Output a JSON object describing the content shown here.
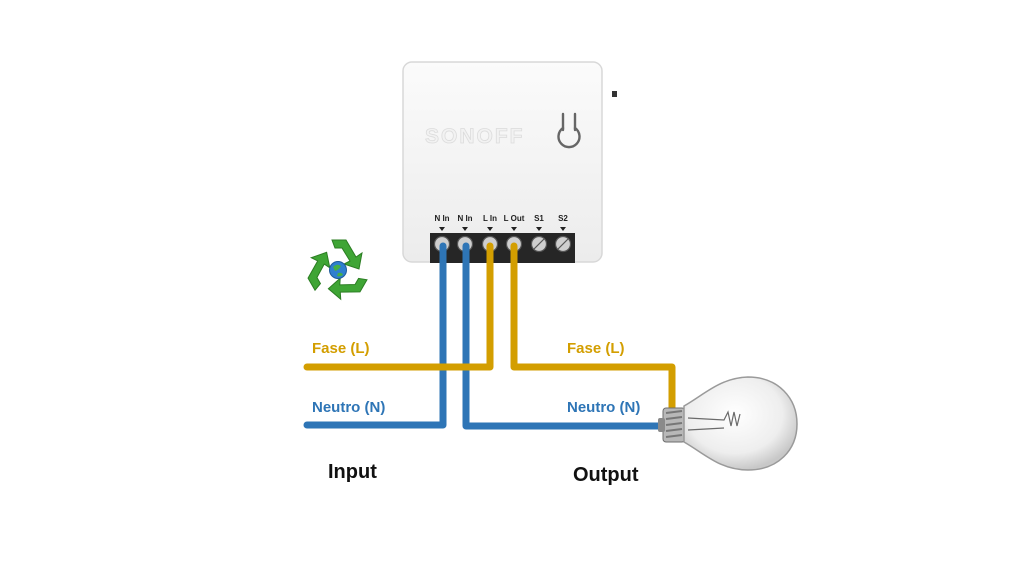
{
  "device": {
    "brand": "SONOFF",
    "terminals": [
      "N In",
      "N In",
      "L In",
      "L Out",
      "S1",
      "S2"
    ]
  },
  "wires": {
    "phase_color": "#D39E00",
    "neutral_color": "#2E75B6",
    "input_phase_label": "Fase (L)",
    "input_neutral_label": "Neutro (N)",
    "output_phase_label": "Fase (L)",
    "output_neutral_label": "Neutro (N)"
  },
  "sections": {
    "input": "Input",
    "output": "Output"
  },
  "icons": {
    "recycle": "recycle-icon",
    "bulb": "light-bulb-icon",
    "power": "power-icon"
  }
}
